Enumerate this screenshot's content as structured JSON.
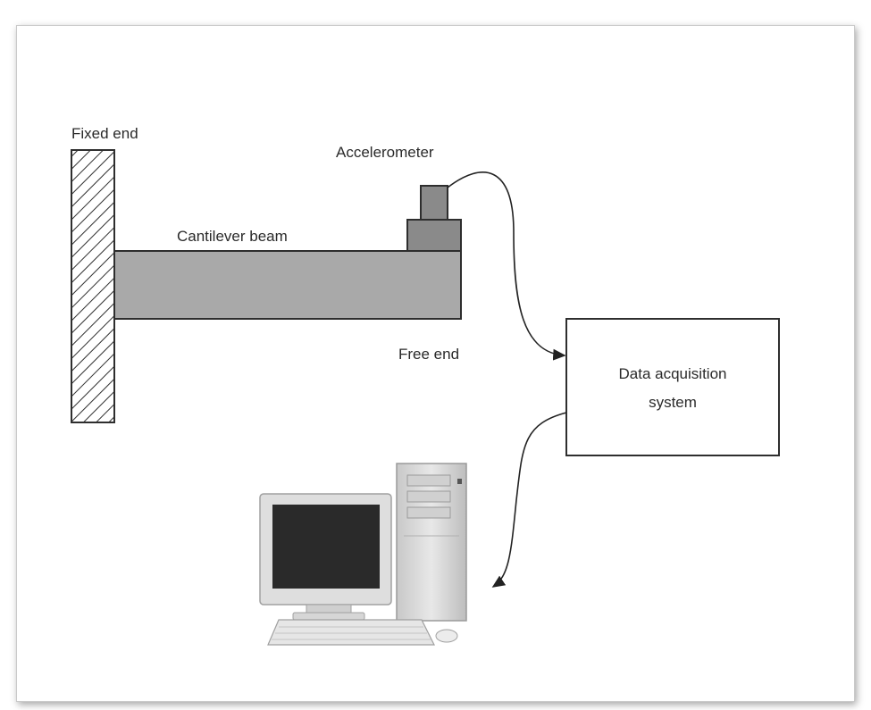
{
  "labels": {
    "fixed_end": "Fixed end",
    "accelerometer": "Accelerometer",
    "cantilever_beam": "Cantilever beam",
    "free_end": "Free end",
    "daq_line1": "Data acquisition",
    "daq_line2": "system"
  },
  "colors": {
    "beam": "#a9a9a9",
    "sensor": "#8a8a8a",
    "outline": "#2e2e2e",
    "monitor_screen": "#2a2a2a",
    "computer_body": "#dcdcdc"
  },
  "icons": {
    "fixed_support": "hatched-wall-icon",
    "computer": "desktop-computer-icon"
  }
}
